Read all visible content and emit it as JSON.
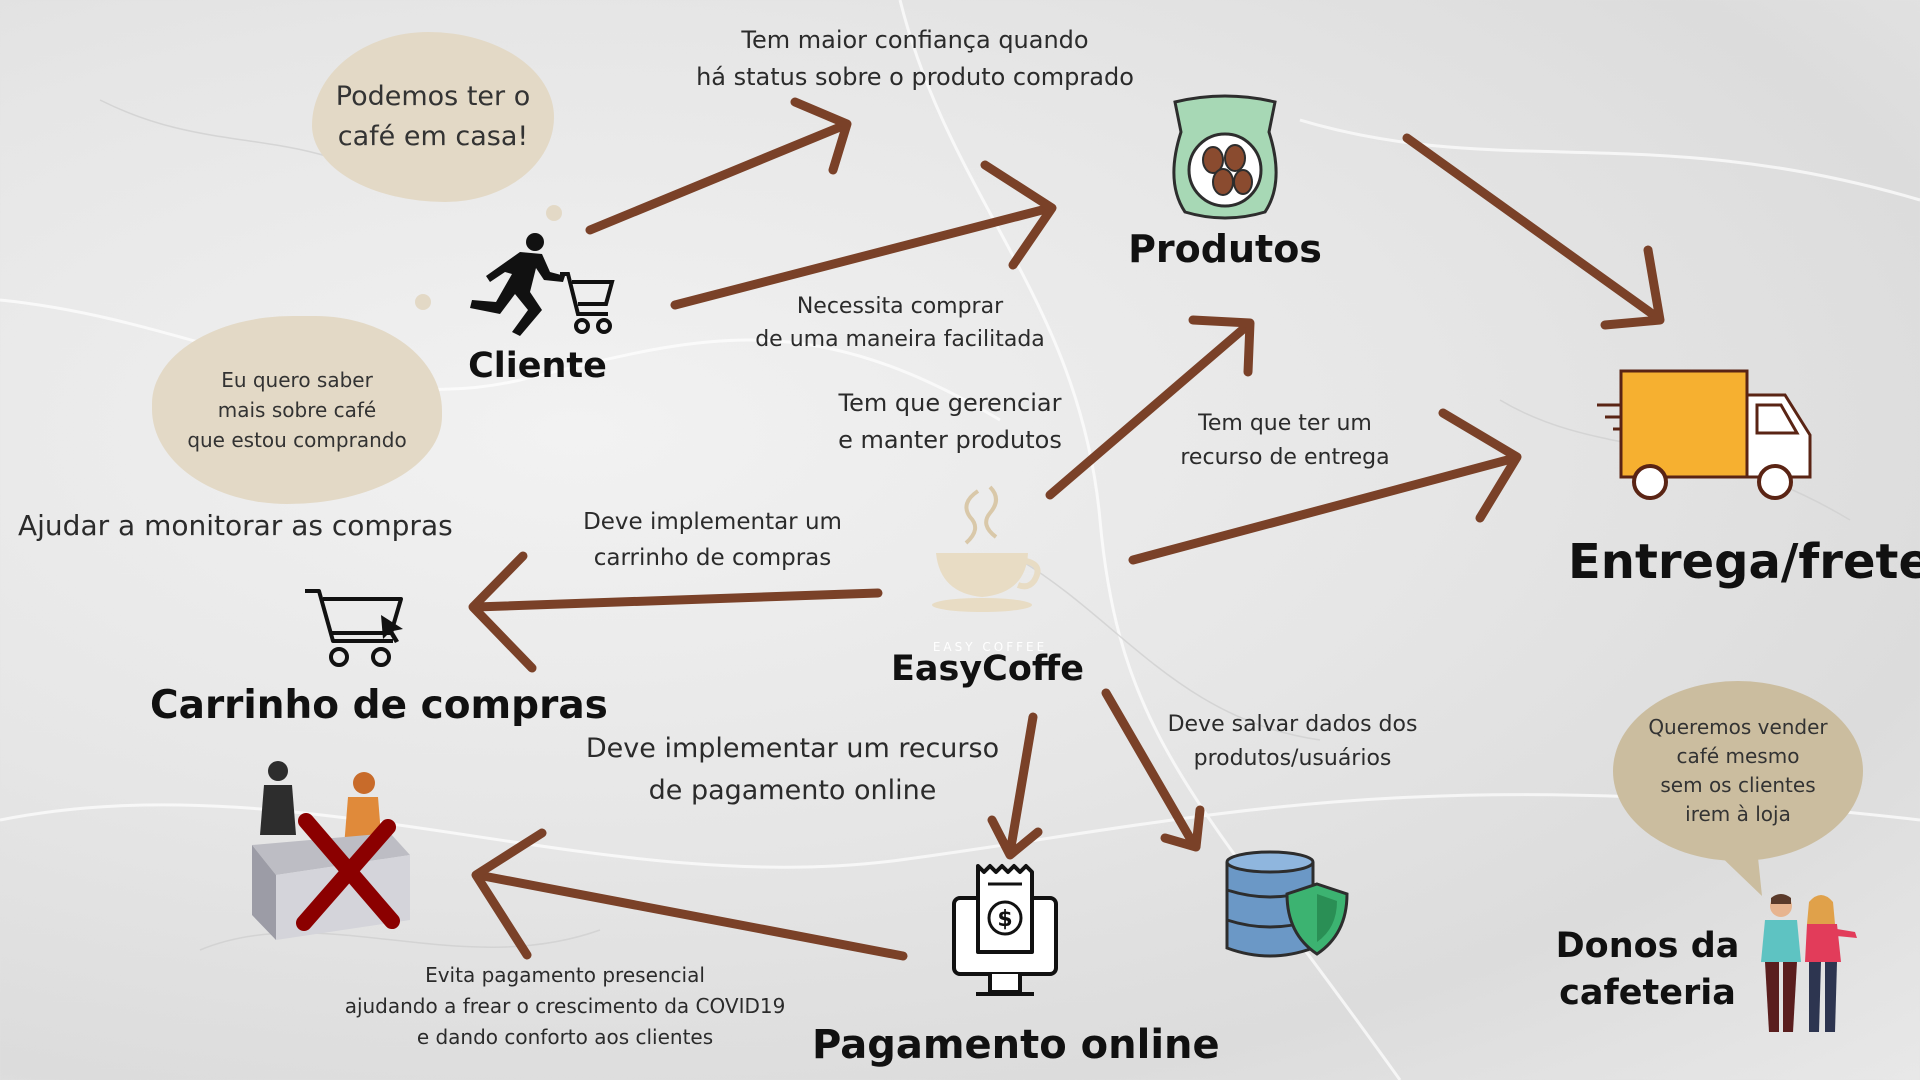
{
  "nodes": {
    "cliente": "Cliente",
    "produtos": "Produtos",
    "entrega": "Entrega/frete",
    "carrinho": "Carrinho de compras",
    "easycoffe": "EasyCoffe",
    "easycoffe_logo_text": "EASY COFFEE",
    "pagamento": "Pagamento online",
    "donos_line1": "Donos da",
    "donos_line2": "cafeteria"
  },
  "bubbles": {
    "cafe_em_casa": [
      "Podemos ter o",
      "café em casa!"
    ],
    "saber_cafe": [
      "Eu quero saber",
      "mais sobre café",
      "que estou comprando"
    ],
    "vender_cafe": [
      "Queremos vender",
      "café mesmo",
      "sem os clientes",
      "irem à loja"
    ]
  },
  "edge_labels": {
    "confianca": [
      "Tem maior confiança quando",
      "há status sobre o produto comprado"
    ],
    "facilitada": [
      "Necessita comprar",
      "de uma maneira facilitada"
    ],
    "gerenciar": [
      "Tem que gerenciar",
      "e manter produtos"
    ],
    "recurso_entrega": [
      "Tem que ter um",
      "recurso de entrega"
    ],
    "monitorar": "Ajudar a monitorar as compras",
    "carrinho": [
      "Deve implementar um",
      "carrinho de compras"
    ],
    "pagamento": [
      "Deve implementar um recurso",
      "de pagamento online"
    ],
    "salvar": [
      "Deve salvar dados dos",
      "produtos/usuários"
    ],
    "presencial": [
      "Evita pagamento presencial",
      "ajudando a frear o crescimento da COVID19",
      "e dando conforto aos clientes"
    ]
  },
  "colors": {
    "arrow": "#7a4128",
    "bubble_light": "#e3d9c6",
    "bubble_dark": "#cbbd9f",
    "truck": "#f6b030",
    "shield": "#3cb371",
    "database": "#6b98c6"
  },
  "icons": [
    "running-shopper-icon",
    "coffee-bag-icon",
    "delivery-truck-icon",
    "shopping-cart-icon",
    "coffee-cup-icon",
    "payment-receipt-icon",
    "database-shield-icon",
    "closed-counter-icon",
    "owners-couple-icon"
  ]
}
